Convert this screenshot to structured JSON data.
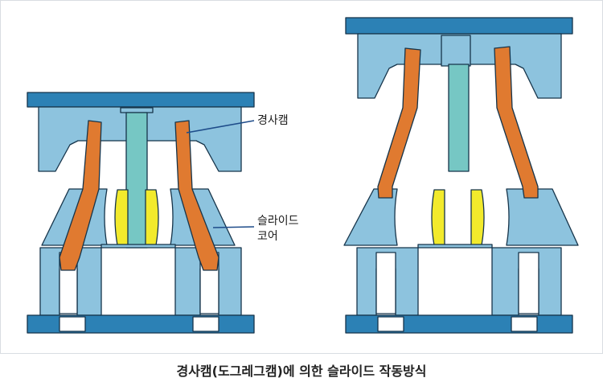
{
  "callouts": {
    "cam_label": "경사캠",
    "slide_core_line1": "슬라이드",
    "slide_core_line2": "코어"
  },
  "caption": "경사캠(도그레그캠)에 의한 슬라이드 작동방식",
  "colors": {
    "plate_dark": "#2c81b5",
    "mold_light": "#8dc3de",
    "cam_orange": "#e07a30",
    "core_yellow": "#f2ea2c",
    "pin_teal": "#76c7c4",
    "outline": "#16344a",
    "leader_line": "#1e4c8a"
  },
  "icons": [
    "dogleg-cam-shape",
    "slide-core-shape",
    "core-pin-shape"
  ]
}
